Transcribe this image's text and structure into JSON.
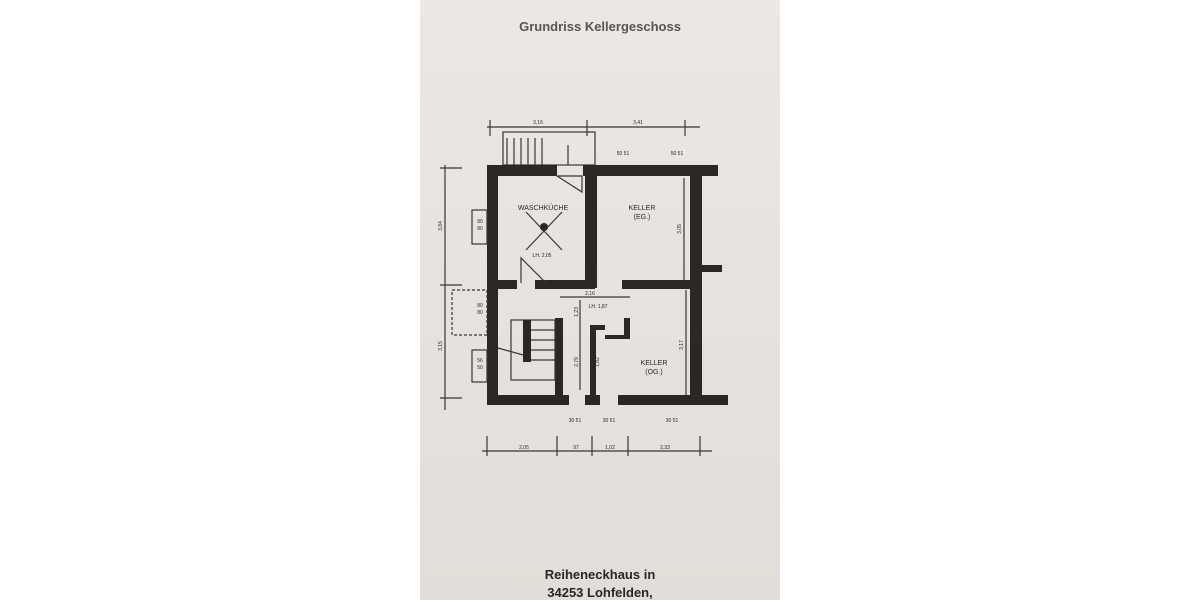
{
  "document": {
    "title": "Grundriss Kellergeschoss",
    "footer_line1": "Reiheneckhaus in",
    "footer_line2": "34253 Lohfelden,"
  },
  "floor_plan": {
    "rooms": [
      {
        "name": "WASCHKÜCHE",
        "note": "LH. 2,05"
      },
      {
        "name": "KELLER",
        "note": "(EG.)"
      },
      {
        "name": "KELLER",
        "note": "(OG.)"
      }
    ],
    "hall_note": "LH. 1,87",
    "dimensions": {
      "top": [
        "3,16",
        "3,41"
      ],
      "left": [
        "3,84",
        "3,15"
      ],
      "bottom": [
        "2,05",
        "97",
        "1,02",
        "2,33"
      ],
      "inner": [
        "2,16",
        "3,05",
        "3,17",
        "1,23",
        "2,79",
        "1,82"
      ]
    },
    "openings": {
      "left": [
        "80",
        "80",
        "80",
        "80",
        "56",
        "50"
      ],
      "top": [
        "50 51",
        "50 51"
      ],
      "bottom": [
        "30 51",
        "30 51",
        "30 51"
      ]
    }
  }
}
